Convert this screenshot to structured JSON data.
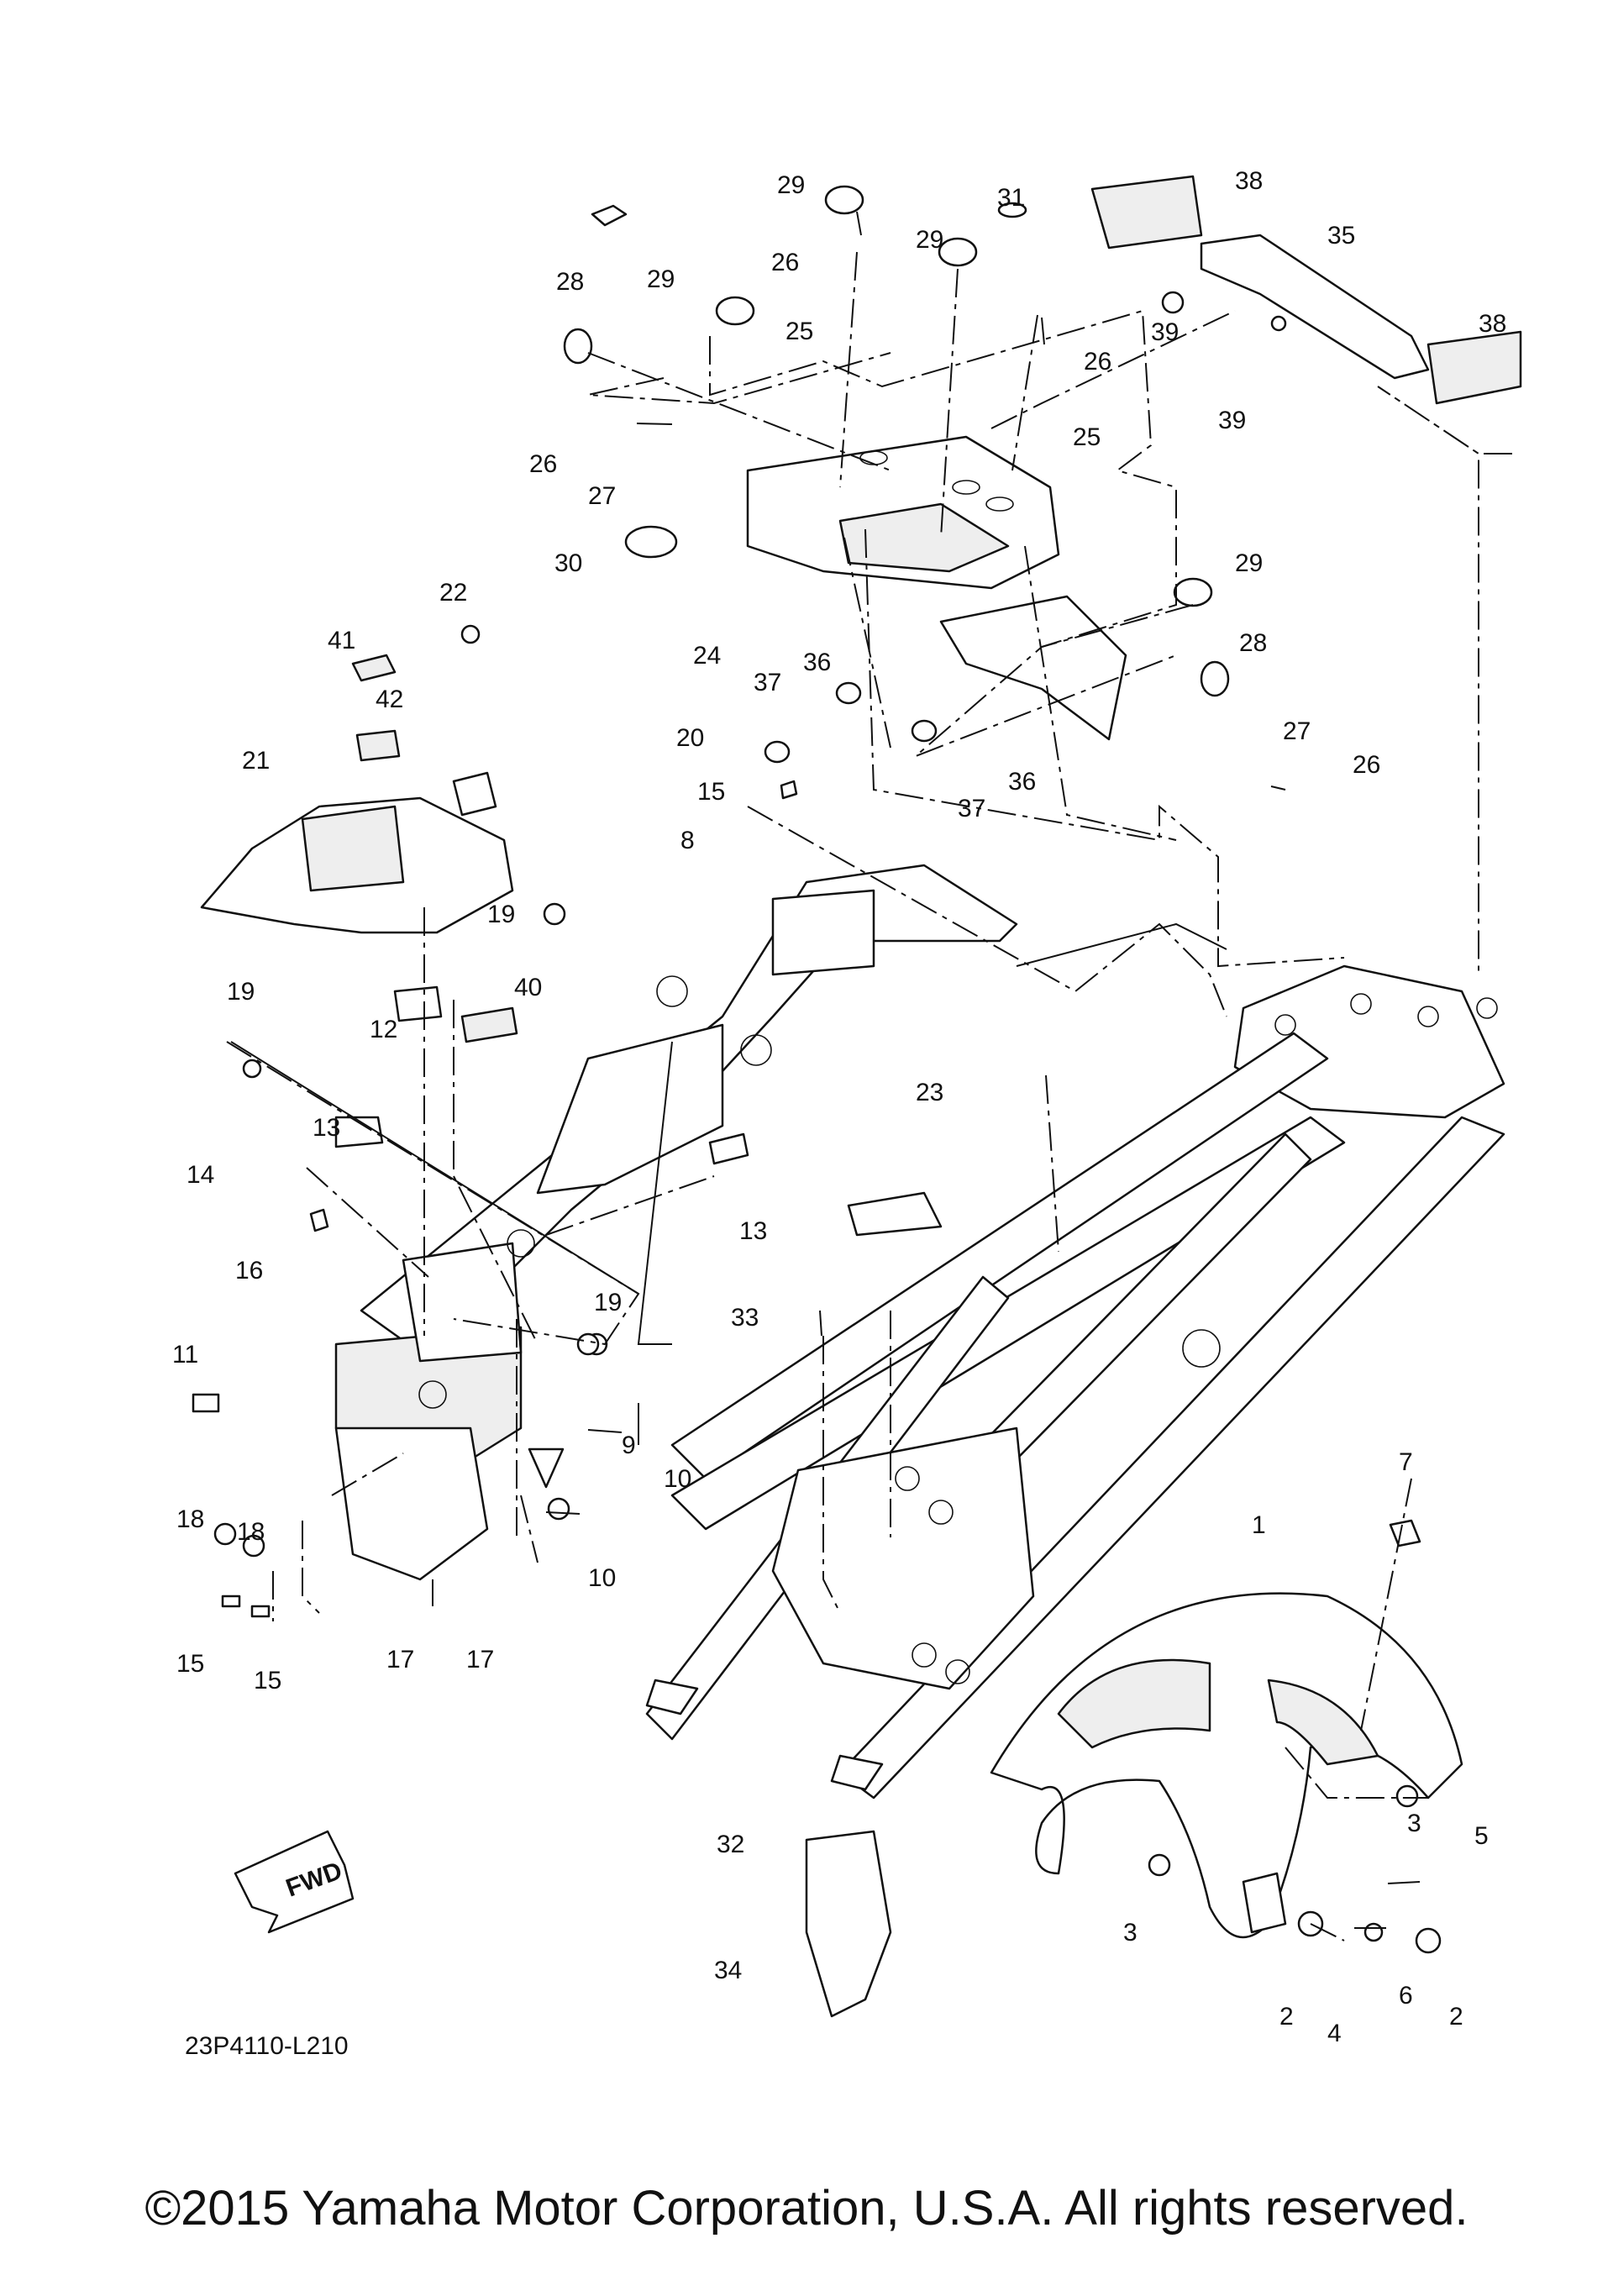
{
  "diagram": {
    "code": "23P4110-L210",
    "direction_label": "FWD",
    "callouts": [
      "1",
      "2",
      "3",
      "4",
      "5",
      "6",
      "7",
      "8",
      "9",
      "10",
      "11",
      "12",
      "13",
      "14",
      "15",
      "16",
      "17",
      "18",
      "19",
      "20",
      "21",
      "22",
      "23",
      "24",
      "25",
      "26",
      "27",
      "28",
      "29",
      "30",
      "31",
      "32",
      "33",
      "34",
      "35",
      "36",
      "37",
      "38",
      "39",
      "40",
      "41",
      "42"
    ]
  },
  "footer": {
    "copyright": "©2015 Yamaha Motor Corporation, U.S.A. All rights reserved."
  }
}
